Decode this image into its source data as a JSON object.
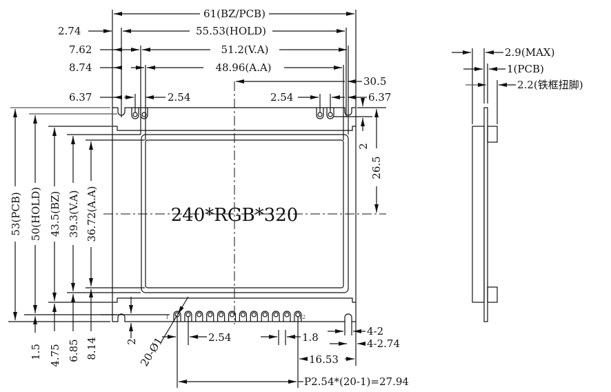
{
  "front_view": {
    "center_label": "240*RGB*320",
    "pin_first": "1",
    "pin_last": "12",
    "top_dims": {
      "width_pcb": "61(BZ/PCB)",
      "hold_offset": "2.74",
      "hold_width": "55.53(HOLD)",
      "va_offset": "7.62",
      "va_width": "51.2(V.A)",
      "aa_offset": "8.74",
      "aa_width": "48.96(A.A)",
      "center_offset": "30.5",
      "left_hole_offset": "6.37",
      "left_hole_pitch": "2.54",
      "right_hole_pitch": "2.54",
      "right_hole_offset": "6.37"
    },
    "right_dims": {
      "hole_depth": "2",
      "center_height": "26.5"
    },
    "left_dims": {
      "height_pcb": "53(PCB)",
      "height_hold": "50(HOLD)",
      "height_bz": "43.5(BZ)",
      "height_va": "39.3(V.A)",
      "height_aa": "36.72(A.A)",
      "off_1": "1.5",
      "off_2": "4.75",
      "off_3": "6.85",
      "off_4": "8.14"
    },
    "bottom_dims": {
      "hole_edge": "2",
      "pin_holes": "20-Ø1",
      "pin_pitch": "2.54",
      "pad_width": "1.8",
      "slot_width": "4-2",
      "slot_offset": "4-2.74",
      "pin_to_edge": "16.53",
      "pin_span": "P2.54*(20-1)=27.94"
    }
  },
  "side_view": {
    "max_thickness": "2.9(MAX)",
    "pcb_thickness": "1(PCB)",
    "tab_thickness": "2.2(铁框扭脚)"
  },
  "colors": {
    "line": "#111111",
    "secondary": "#555555"
  }
}
